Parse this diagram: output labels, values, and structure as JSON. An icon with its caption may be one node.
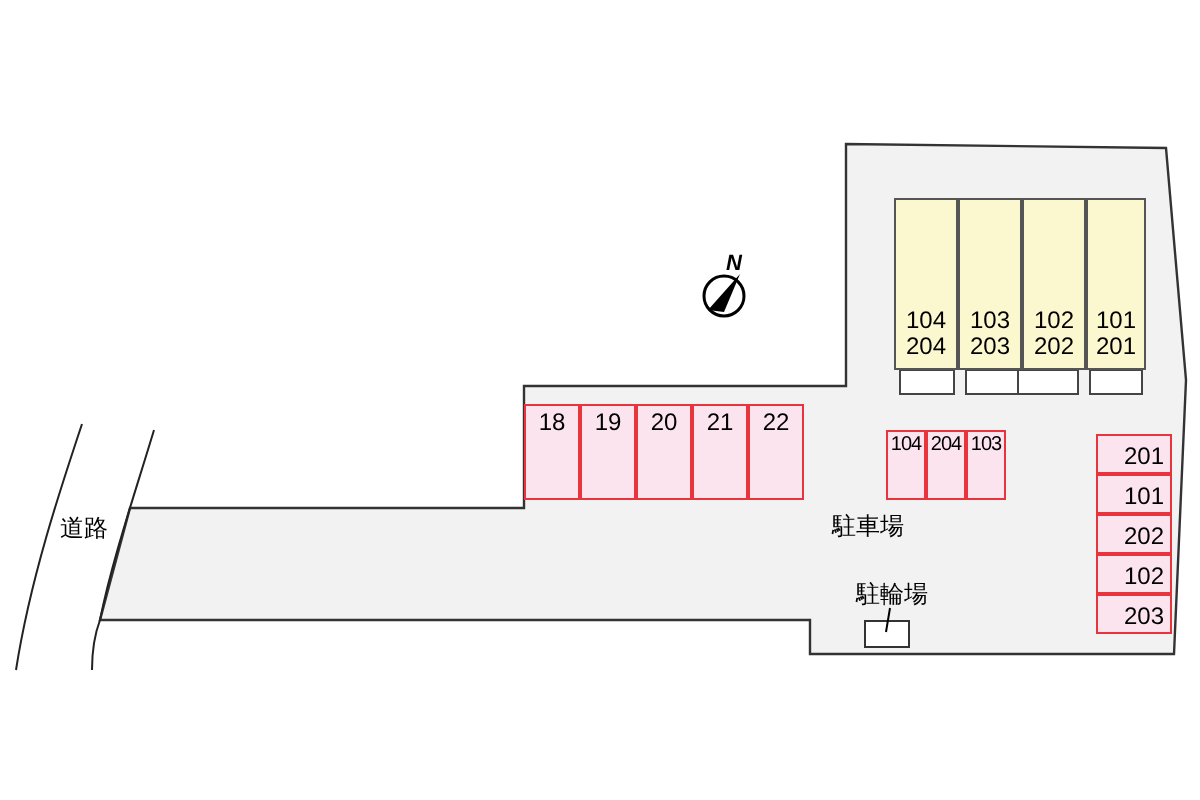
{
  "diagram": {
    "nodes": [
      {
        "text": [
          "104",
          "204"
        ]
      },
      {
        "text": [
          "103",
          "203"
        ]
      },
      {
        "text": [
          "102",
          "202"
        ]
      },
      {
        "text": [
          "101",
          "201"
        ]
      },
      {
        "text": [
          "18"
        ]
      },
      {
        "text": [
          "19"
        ]
      },
      {
        "text": [
          "20"
        ]
      },
      {
        "text": [
          "21"
        ]
      },
      {
        "text": [
          "22"
        ]
      },
      {
        "text": [
          "104"
        ]
      },
      {
        "text": [
          "204"
        ]
      },
      {
        "text": [
          "103"
        ]
      },
      {
        "text": [
          "201"
        ]
      },
      {
        "text": [
          "101"
        ]
      },
      {
        "text": [
          "202"
        ]
      },
      {
        "text": [
          "102"
        ]
      },
      {
        "text": [
          "203"
        ]
      },
      {
        "text": [
          "駐輪場"
        ]
      },
      {
        "text": [],
        "shape": "box"
      }
    ],
    "edges": [
      {
        "from": 17,
        "to": 18,
        "arrow": "none"
      }
    ],
    "labels": [
      "N",
      "道路",
      "駐車場"
    ]
  }
}
